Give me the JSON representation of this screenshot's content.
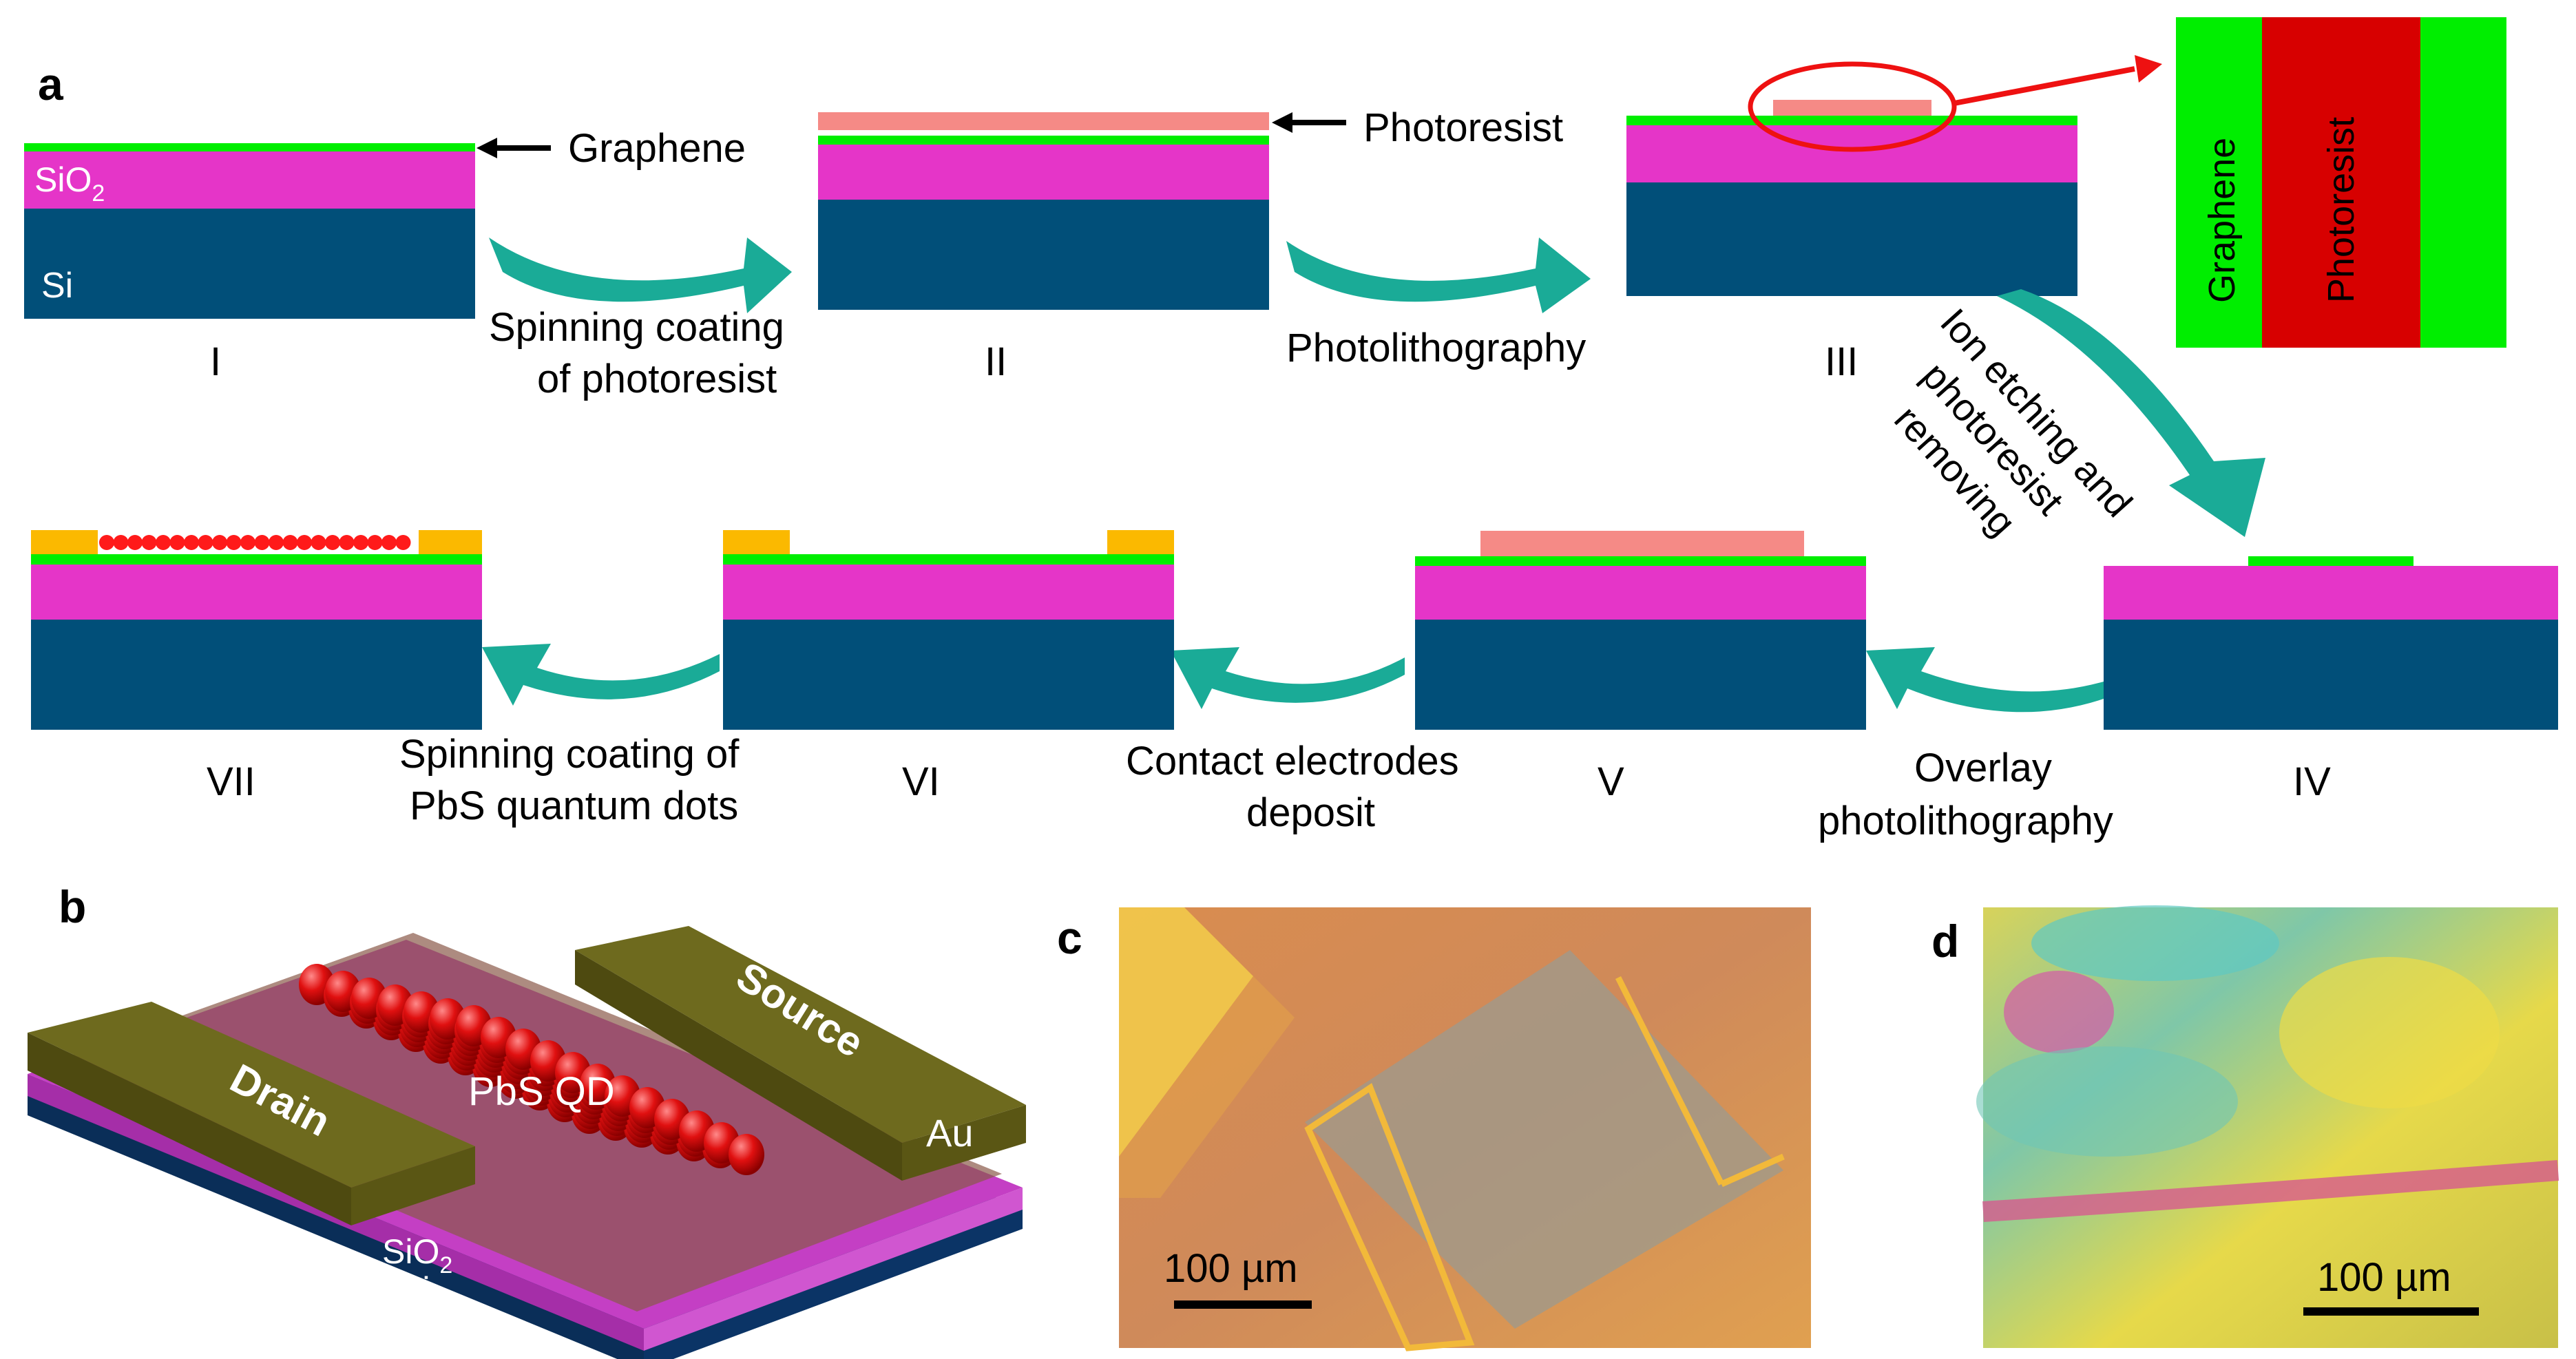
{
  "panels": {
    "a": "a",
    "b": "b",
    "c": "c",
    "d": "d"
  },
  "layers": {
    "graphene": "Graphene",
    "photoresist": "Photoresist",
    "sio2_main": "SiO",
    "sio2_sub": "2",
    "si": "Si"
  },
  "steps": {
    "s1": "I",
    "s2": "II",
    "s3": "III",
    "s4": "IV",
    "s5": "V",
    "s6": "VI",
    "s7": "VII"
  },
  "processes": {
    "p1": [
      "Spinning coating",
      "of photoresist"
    ],
    "p2": "Photolithography",
    "p3": [
      "Ion etching and",
      "photoresist",
      "removing"
    ],
    "p4": [
      "Overlay",
      "photolithography"
    ],
    "p5": [
      "Contact electrodes",
      "deposit"
    ],
    "p6": [
      "Spinning coating of",
      "PbS quantum dots"
    ]
  },
  "device": {
    "drain": "Drain",
    "source": "Source",
    "pbs": "PbS QD",
    "au": "Au",
    "sio2_main": "SiO",
    "sio2_sub": "2",
    "si": "Si"
  },
  "scalebar": {
    "c": "100 µm",
    "d": "100 µm"
  },
  "colors": {
    "si": "#014f79",
    "sio2": "#e535c8",
    "graphene": "#00ee00",
    "photoresist": "#f58a86",
    "photoresist_zoom": "#d70000",
    "gold": "#fbb900",
    "qd": "#ff1a1a",
    "arrow": "#1aab97",
    "red_marker": "#ee1111"
  }
}
